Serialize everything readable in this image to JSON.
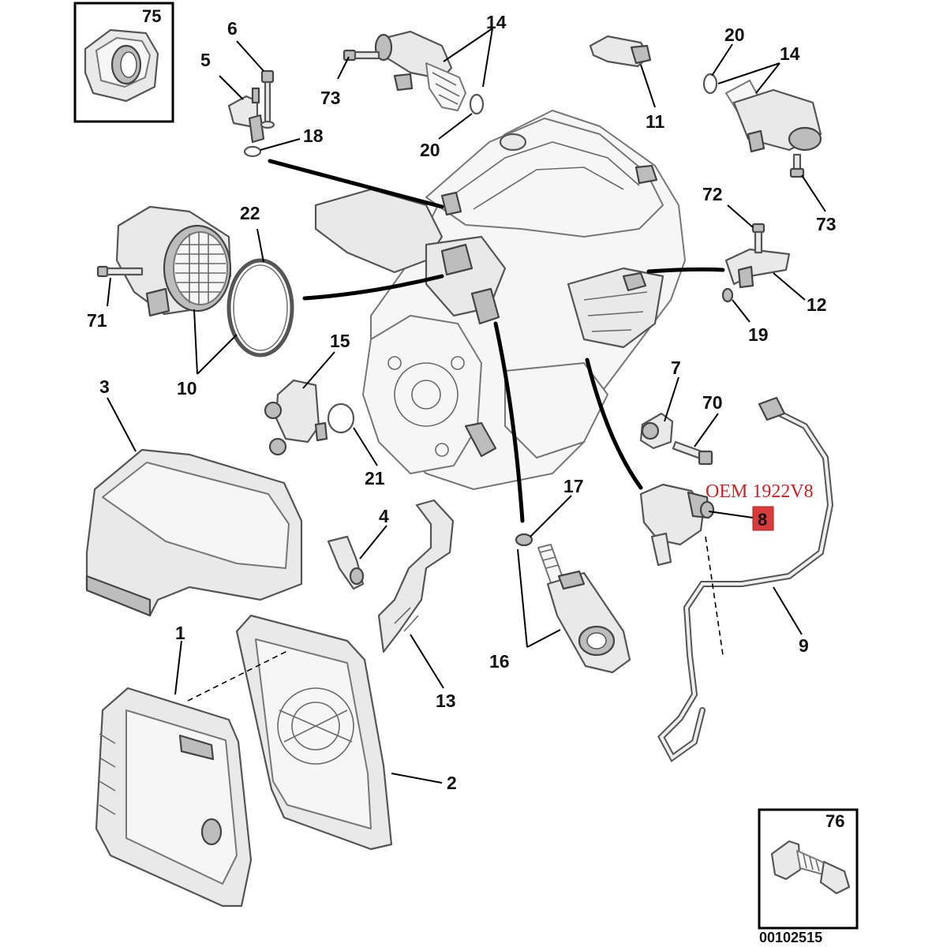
{
  "diagram": {
    "reference_code": "00102515",
    "oem_note": "OEM 1922V8",
    "highlighted_part": "8",
    "callouts": {
      "c1": "1",
      "c2": "2",
      "c3": "3",
      "c4": "4",
      "c5": "5",
      "c6": "6",
      "c7": "7",
      "c9": "9",
      "c10": "10",
      "c11": "11",
      "c12": "12",
      "c13": "13",
      "c14a": "14",
      "c14b": "14",
      "c15": "15",
      "c16": "16",
      "c17": "17",
      "c18": "18",
      "c19": "19",
      "c20a": "20",
      "c20b": "20",
      "c21": "21",
      "c22": "22",
      "c70": "70",
      "c71": "71",
      "c72": "72",
      "c73a": "73",
      "c73b": "73"
    },
    "boxes": {
      "b75": "75",
      "b76": "76"
    }
  }
}
